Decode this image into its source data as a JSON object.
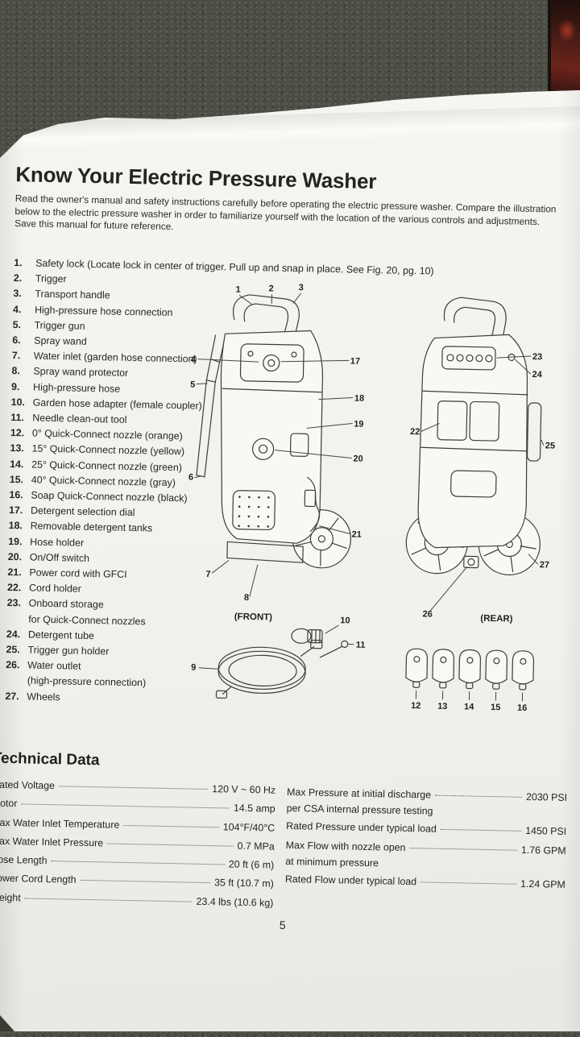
{
  "page": {
    "title": "Know Your Electric Pressure Washer",
    "intro": "Read the owner's manual and safety instructions carefully before operating the electric pressure washer. Compare the illustration\nbelow to the electric pressure washer in order to familiarize yourself with the location of the various controls and adjustments.\nSave this manual for future reference.",
    "page_number": "5"
  },
  "parts_list": {
    "items": [
      {
        "num": "1.",
        "label": "Safety lock (Locate lock in center of trigger. Pull up and snap in place. See Fig. 20, pg. 10)"
      },
      {
        "num": "2.",
        "label": "Trigger"
      },
      {
        "num": "3.",
        "label": "Transport handle"
      },
      {
        "num": "4.",
        "label": "High-pressure hose connection"
      },
      {
        "num": "5.",
        "label": "Trigger gun"
      },
      {
        "num": "6.",
        "label": "Spray wand"
      },
      {
        "num": "7.",
        "label": "Water inlet (garden hose connection)"
      },
      {
        "num": "8.",
        "label": "Spray wand protector"
      },
      {
        "num": "9.",
        "label": "High-pressure hose"
      },
      {
        "num": "10.",
        "label": "Garden hose adapter (female coupler)"
      },
      {
        "num": "11.",
        "label": "Needle clean-out tool"
      },
      {
        "num": "12.",
        "label": "0° Quick-Connect nozzle (orange)"
      },
      {
        "num": "13.",
        "label": "15° Quick-Connect nozzle (yellow)"
      },
      {
        "num": "14.",
        "label": "25° Quick-Connect nozzle (green)"
      },
      {
        "num": "15.",
        "label": "40° Quick-Connect nozzle (gray)"
      },
      {
        "num": "16.",
        "label": "Soap Quick-Connect nozzle (black)"
      },
      {
        "num": "17.",
        "label": "Detergent selection dial"
      },
      {
        "num": "18.",
        "label": "Removable detergent tanks"
      },
      {
        "num": "19.",
        "label": "Hose holder"
      },
      {
        "num": "20.",
        "label": "On/Off switch"
      },
      {
        "num": "21.",
        "label": "Power cord with GFCI"
      },
      {
        "num": "22.",
        "label": "Cord holder"
      },
      {
        "num": "23.",
        "label": "Onboard storage\nfor Quick-Connect nozzles"
      },
      {
        "num": "24.",
        "label": "Detergent tube"
      },
      {
        "num": "25.",
        "label": "Trigger gun holder"
      },
      {
        "num": "26.",
        "label": "Water outlet\n(high-pressure connection)"
      },
      {
        "num": "27.",
        "label": "Wheels"
      }
    ]
  },
  "diagram": {
    "front_label": "(FRONT)",
    "rear_label": "(REAR)",
    "callouts": {
      "n1": "1",
      "n2": "2",
      "n3": "3",
      "n4": "4",
      "n5": "5",
      "n6": "6",
      "n7": "7",
      "n8": "8",
      "n9": "9",
      "n10": "10",
      "n11": "11",
      "n12": "12",
      "n13": "13",
      "n14": "14",
      "n15": "15",
      "n16": "16",
      "n17": "17",
      "n18": "18",
      "n19": "19",
      "n20": "20",
      "n21": "21",
      "n22": "22",
      "n23": "23",
      "n24": "24",
      "n25": "25",
      "n26": "26",
      "n27": "27"
    }
  },
  "technical": {
    "heading": "Technical Data",
    "left": [
      {
        "label": "Rated Voltage",
        "value": "120 V ~ 60 Hz"
      },
      {
        "label": "Motor",
        "value": "14.5 amp"
      },
      {
        "label": "Max Water Inlet Temperature",
        "value": "104°F/40°C"
      },
      {
        "label": "Max Water Inlet Pressure",
        "value": "0.7 MPa"
      },
      {
        "label": "Hose Length",
        "value": "20 ft (6 m)"
      },
      {
        "label": "Power Cord Length",
        "value": "35 ft (10.7 m)"
      },
      {
        "label": "Weight",
        "value": "23.4 lbs (10.6 kg)"
      }
    ],
    "right": [
      {
        "label": "Max Pressure at initial discharge",
        "label2": "per CSA internal pressure testing",
        "value": "2030 PSI"
      },
      {
        "label": "Rated Pressure under typical load",
        "value": "1450 PSI"
      },
      {
        "label": "Max Flow with nozzle open",
        "label2": "at minimum pressure",
        "value": "1.76 GPM"
      },
      {
        "label": "Rated Flow under typical load",
        "value": "1.24 GPM"
      }
    ]
  }
}
